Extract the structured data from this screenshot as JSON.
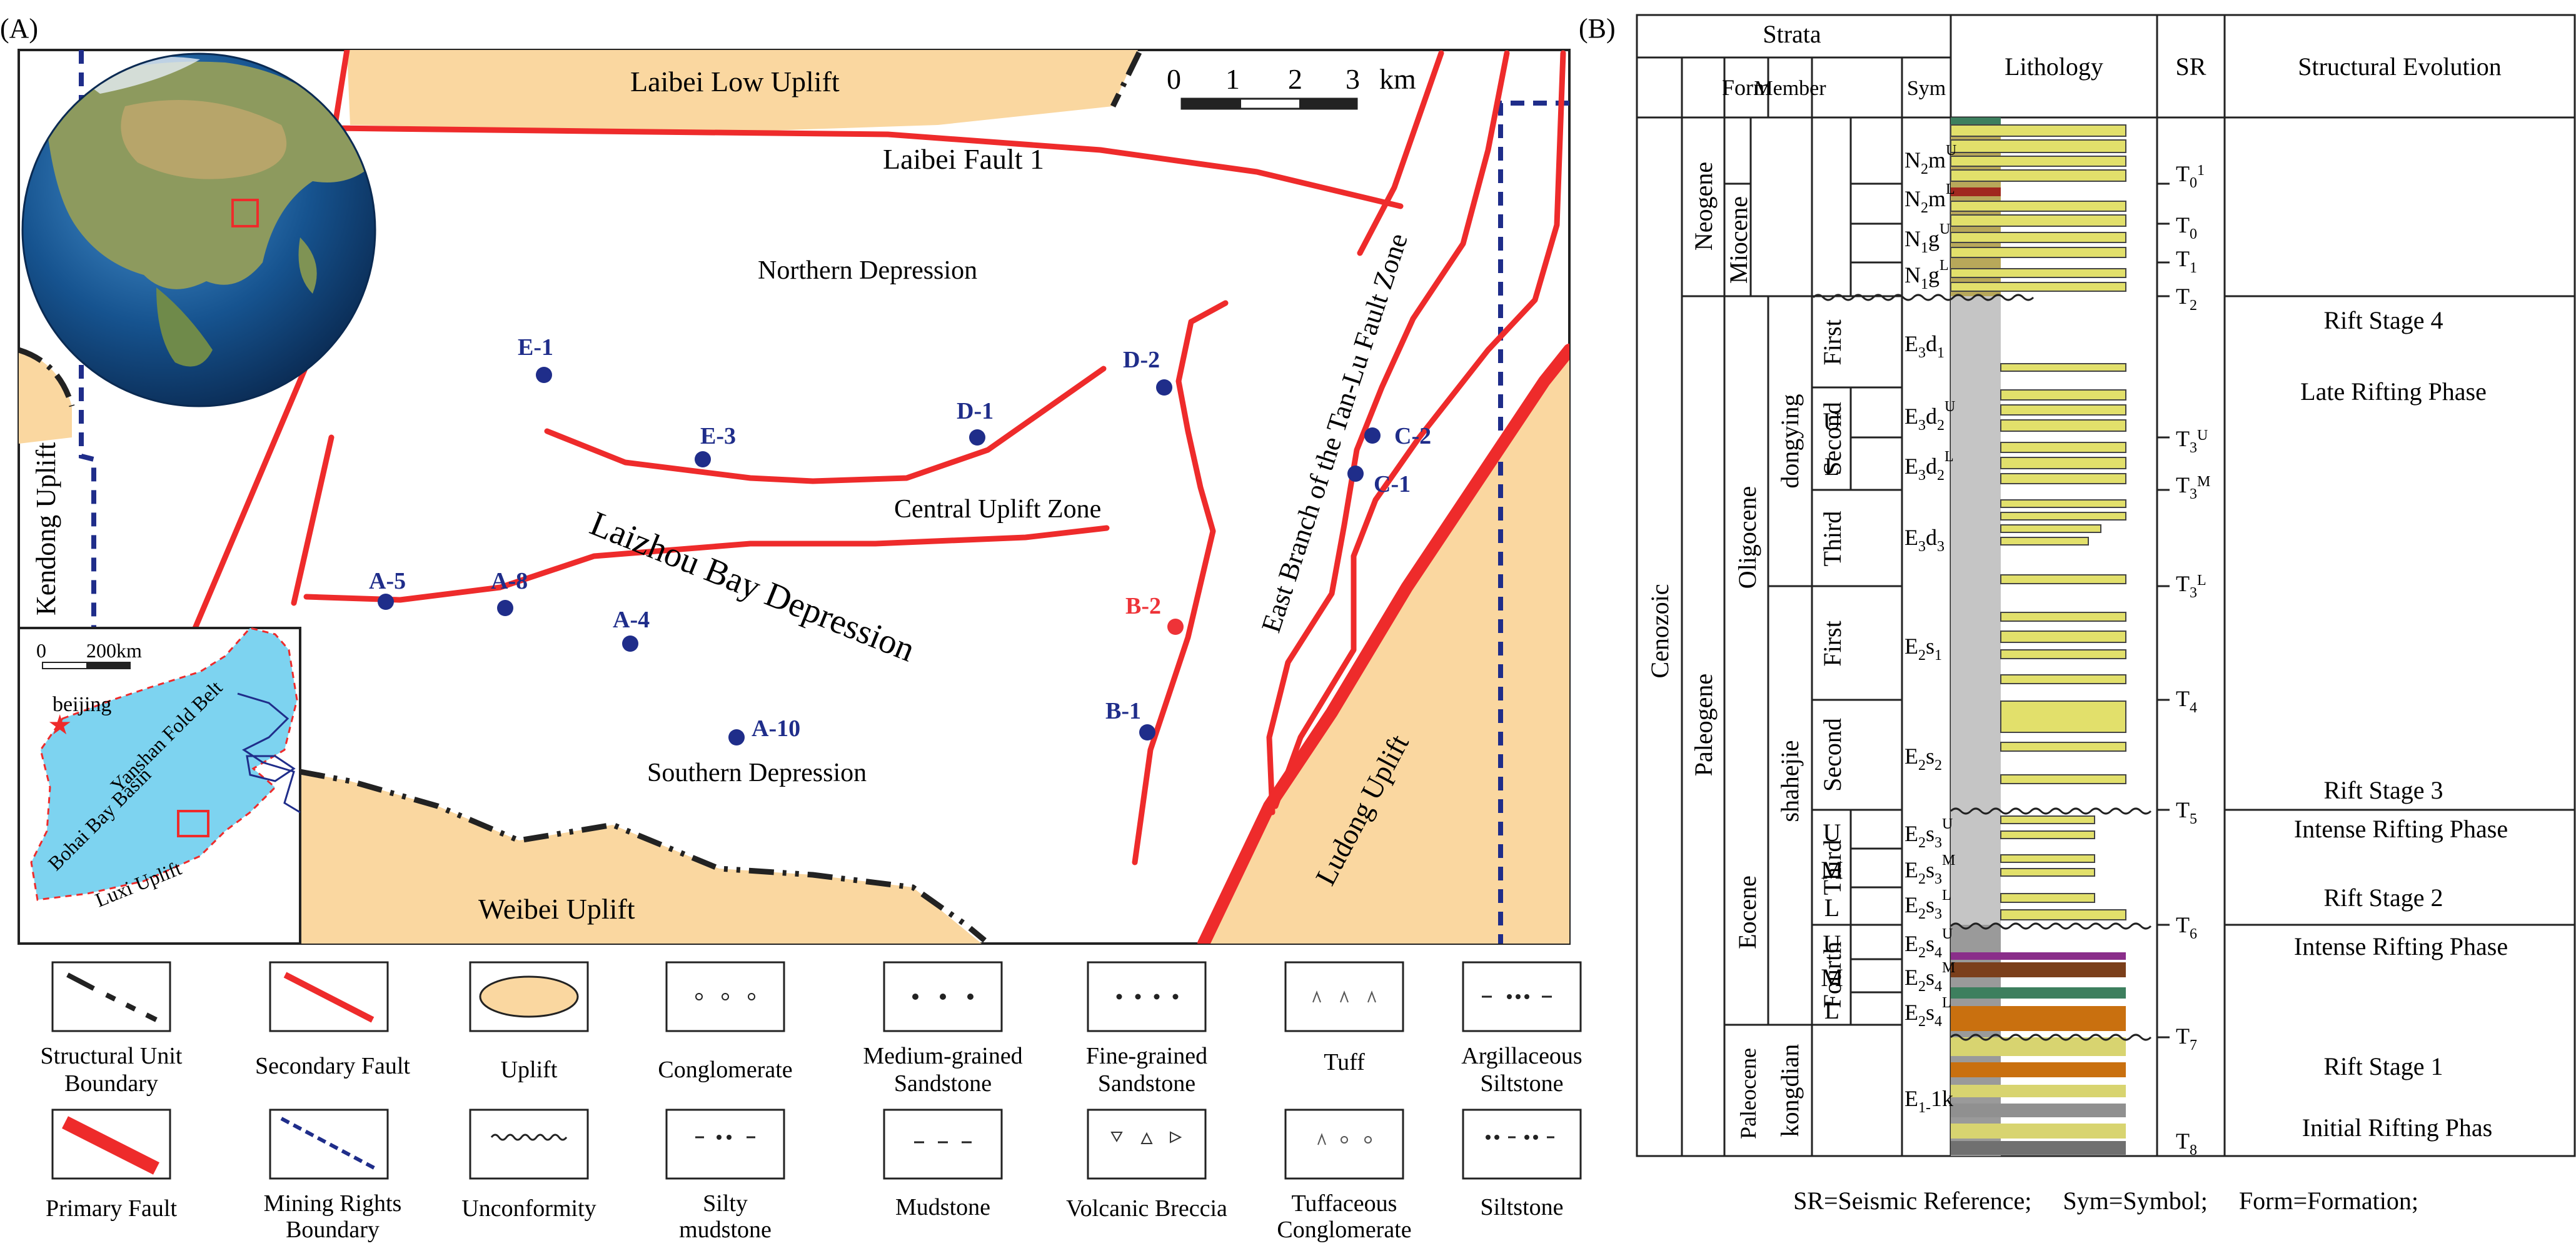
{
  "panel_a": {
    "panel_label": "(A)",
    "scale_bar": {
      "ticks": [
        "0",
        "1",
        "2",
        "3"
      ],
      "unit": "km"
    },
    "globe_marker": "location-square",
    "units": {
      "laibei_low_uplift": "Laibei Low Uplift",
      "kendong_uplift": "Kendong Uplift",
      "ludong_uplift": "Ludong Uplift",
      "weibei_uplift": "Weibei Uplift",
      "northern_depression": "Northern Depression",
      "central_uplift_zone": "Central Uplift Zone",
      "laizhou_bay_depression": "Laizhou Bay Depression",
      "southern_depression": "Southern Depression"
    },
    "faults": {
      "laibei_fault_1": "Laibei Fault 1",
      "tan_lu": "East Branch of the Tan-Lu Fault Zone"
    },
    "wells": [
      {
        "name": "E-1",
        "color": "#1f2d8a"
      },
      {
        "name": "E-3",
        "color": "#1f2d8a"
      },
      {
        "name": "D-1",
        "color": "#1f2d8a"
      },
      {
        "name": "D-2",
        "color": "#1f2d8a"
      },
      {
        "name": "C-2",
        "color": "#1f2d8a"
      },
      {
        "name": "C-1",
        "color": "#1f2d8a"
      },
      {
        "name": "A-5",
        "color": "#1f2d8a"
      },
      {
        "name": "A-8",
        "color": "#1f2d8a"
      },
      {
        "name": "A-4",
        "color": "#1f2d8a"
      },
      {
        "name": "A-10",
        "color": "#1f2d8a"
      },
      {
        "name": "B-2",
        "color": "#ee3338"
      },
      {
        "name": "B-1",
        "color": "#1f2d8a"
      }
    ],
    "inset": {
      "scale_ticks": [
        "0",
        "200km"
      ],
      "beijing": "beijing",
      "yanshan": "Yanshan Fold Belt",
      "bohai": "Bohai Bay Basin",
      "luxi": "Luxi Uplift"
    },
    "colors": {
      "uplift": "#fad7a0",
      "fault": "#ee2b2b",
      "well": "#1f2d8a",
      "basin": "#7dd3f0"
    }
  },
  "legend": [
    {
      "symbol": "structural-unit-boundary",
      "label": [
        "Structural Unit",
        "Boundary"
      ]
    },
    {
      "symbol": "secondary-fault",
      "label": [
        "Secondary Fault"
      ]
    },
    {
      "symbol": "uplift",
      "label": [
        "Uplift"
      ]
    },
    {
      "symbol": "conglomerate",
      "label": [
        "Conglomerate"
      ]
    },
    {
      "symbol": "medium-grained-sandstone",
      "label": [
        "Medium-grained",
        "Sandstone"
      ]
    },
    {
      "symbol": "fine-grained-sandstone",
      "label": [
        "Fine-grained",
        "Sandstone"
      ]
    },
    {
      "symbol": "tuff",
      "label": [
        "Tuff"
      ]
    },
    {
      "symbol": "argillaceous-siltstone",
      "label": [
        "Argillaceous",
        "Siltstone"
      ]
    },
    {
      "symbol": "primary-fault",
      "label": [
        "Primary Fault"
      ]
    },
    {
      "symbol": "mining-rights-boundary",
      "label": [
        "Mining Rights",
        "Boundary"
      ]
    },
    {
      "symbol": "unconformity",
      "label": [
        "Unconformity"
      ]
    },
    {
      "symbol": "silty-mudstone",
      "label": [
        "Silty",
        "mudstone"
      ]
    },
    {
      "symbol": "mudstone",
      "label": [
        "Mudstone"
      ]
    },
    {
      "symbol": "volcanic-breccia",
      "label": [
        "Volcanic Breccia"
      ]
    },
    {
      "symbol": "tuffaceous-conglomerate",
      "label": [
        "Tuffaceous",
        "Conglomerate"
      ]
    },
    {
      "symbol": "siltstone",
      "label": [
        "Siltstone"
      ]
    }
  ],
  "panel_b": {
    "panel_label": "(B)",
    "headers": {
      "strata": "Strata",
      "form": "Form",
      "member": "Member",
      "sym": "Sym",
      "lithology": "Lithology",
      "sr": "SR",
      "structural_evolution": "Structural Evolution"
    },
    "erathem": "Cenozoic",
    "systems": [
      "Neogene",
      "Paleogene"
    ],
    "series": [
      "Miocene",
      "Oligocene",
      "Eocene",
      "Paleocene"
    ],
    "formations": [
      "dongying",
      "shahejie",
      "kongdian"
    ],
    "members": [
      "First",
      "Second",
      "Third",
      "First",
      "Second",
      "Third",
      "Fourth"
    ],
    "submembers": [
      "U",
      "L",
      "U",
      "M",
      "L",
      "U",
      "M",
      "L"
    ],
    "symbols": [
      {
        "base": "N",
        "sub": "2",
        "main": "m",
        "sup": "U"
      },
      {
        "base": "N",
        "sub": "2",
        "main": "m",
        "sup": "L"
      },
      {
        "base": "N",
        "sub": "1",
        "main": "g",
        "sup": "U"
      },
      {
        "base": "N",
        "sub": "1",
        "main": "g",
        "sup": "L"
      },
      {
        "base": "E",
        "sub": "3",
        "main": "d",
        "sub2": "1"
      },
      {
        "base": "E",
        "sub": "3",
        "main": "d",
        "sub2": "2",
        "sup": "U"
      },
      {
        "base": "E",
        "sub": "3",
        "main": "d",
        "sub2": "2",
        "sup": "L"
      },
      {
        "base": "E",
        "sub": "3",
        "main": "d",
        "sub2": "3"
      },
      {
        "base": "E",
        "sub": "2",
        "main": "s",
        "sub2": "1"
      },
      {
        "base": "E",
        "sub": "2",
        "main": "s",
        "sub2": "2"
      },
      {
        "base": "E",
        "sub": "2",
        "main": "s",
        "sub2": "3",
        "sup": "U"
      },
      {
        "base": "E",
        "sub": "2",
        "main": "s",
        "sub2": "3",
        "sup": "M"
      },
      {
        "base": "E",
        "sub": "2",
        "main": "s",
        "sub2": "3",
        "sup": "L"
      },
      {
        "base": "E",
        "sub": "2",
        "main": "s",
        "sub2": "4",
        "sup": "U"
      },
      {
        "base": "E",
        "sub": "2",
        "main": "s",
        "sub2": "4",
        "sup": "M"
      },
      {
        "base": "E",
        "sub": "2",
        "main": "s",
        "sub2": "4",
        "sup": "L"
      },
      {
        "base": "E",
        "sub": "1-",
        "main": "1",
        "extra": "k"
      }
    ],
    "seismic_refs": [
      {
        "base": "T",
        "sub": "0",
        "sup": "1"
      },
      {
        "base": "T",
        "sub": "0"
      },
      {
        "base": "T",
        "sub": "1"
      },
      {
        "base": "T",
        "sub": "2"
      },
      {
        "base": "T",
        "sub": "3",
        "sup": "U"
      },
      {
        "base": "T",
        "sub": "3",
        "sup": "M"
      },
      {
        "base": "T",
        "sub": "3",
        "sup": "L"
      },
      {
        "base": "T",
        "sub": "4"
      },
      {
        "base": "T",
        "sub": "5"
      },
      {
        "base": "T",
        "sub": "6"
      },
      {
        "base": "T",
        "sub": "7"
      },
      {
        "base": "T",
        "sub": "8"
      }
    ],
    "evolution": [
      "Rift Stage 4",
      "Late Rifting Phase",
      "Rift Stage 3",
      "Intense Rifting Phase",
      "Rift Stage 2",
      "Intense Rifting Phase",
      "Rift Stage 1",
      "Initial Rifting Phas"
    ],
    "footnote": "SR=Seismic Reference;     Sym=Symbol;     Form=Formation;"
  }
}
